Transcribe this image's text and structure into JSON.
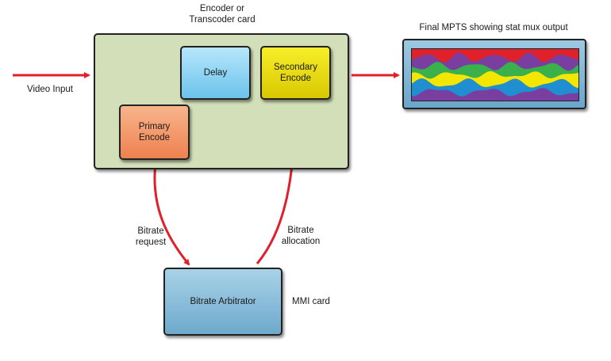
{
  "encoder_card": {
    "label": "Encoder or Transcoder card",
    "fill": "#d3dfb8"
  },
  "blocks": {
    "delay": {
      "label": "Delay",
      "color": "#8fd3f2"
    },
    "secondary_encode": {
      "label": "Secondary Encode",
      "color": "#ecdf00"
    },
    "primary_encode": {
      "label": "Primary Encode",
      "color": "#f49a6c"
    },
    "bitrate_arbitrator": {
      "label": "Bitrate Arbitrator",
      "color": "#8bbfd9"
    }
  },
  "labels": {
    "video_input": "Video Input",
    "bitrate_request": "Bitrate request",
    "bitrate_allocation": "Bitrate allocation",
    "mmi_card": "MMI card",
    "final_mpts": "Final MPTS showing stat mux output"
  },
  "colors": {
    "arrow": "#e0202a",
    "mpts_bands": [
      "#7a3ea0",
      "#1f8fd1",
      "#f3e600",
      "#3ab14a",
      "#7a3ea0",
      "#e0202a"
    ]
  }
}
